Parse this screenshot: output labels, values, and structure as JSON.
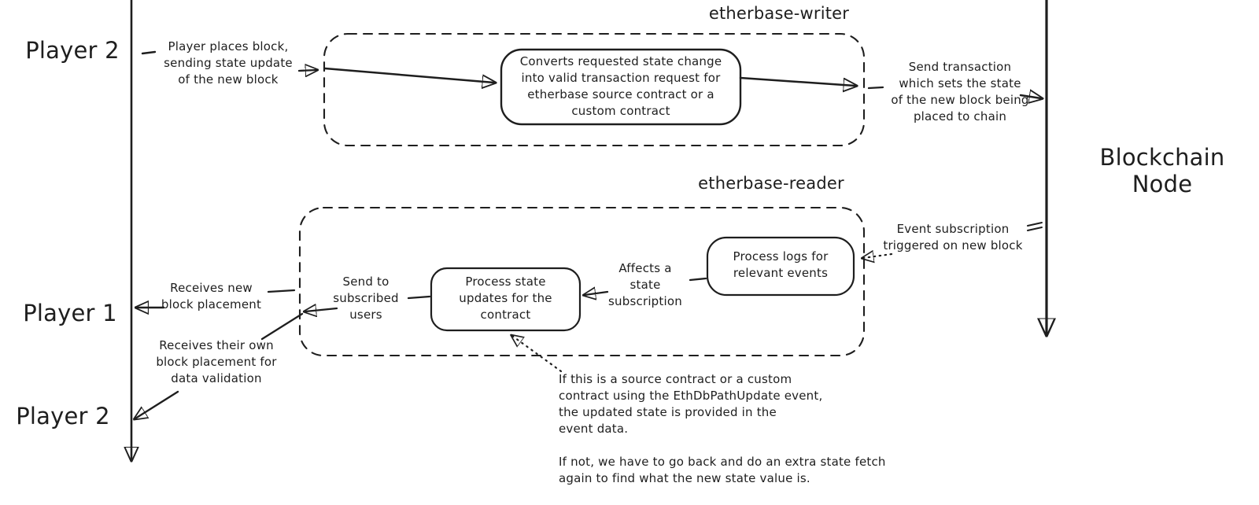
{
  "diagram": {
    "colors": {
      "ink": "#1e1e1e",
      "background": "#ffffff"
    },
    "lanes": {
      "player2_top": "Player 2",
      "player1": "Player 1",
      "player2_bottom": "Player 2",
      "blockchain_node": "Blockchain Node"
    },
    "groups": {
      "writer_title": "etherbase-writer",
      "reader_title": "etherbase-reader"
    },
    "nodes": {
      "converts": "Converts requested state change\ninto valid transaction request for\netherbase source contract or a\ncustom contract",
      "process_logs": "Process logs for\nrelevant events",
      "process_state": "Process state\nupdates for the\ncontract"
    },
    "annotations": {
      "player_places": "Player places block,\nsending state update\nof the new block",
      "send_transaction": "Send transaction\nwhich sets the state\nof the new block being\nplaced to chain",
      "event_subscription": "Event subscription\ntriggered on new block",
      "affects_state": "Affects a\nstate\nsubscription",
      "send_to_users": "Send to\nsubscribed\nusers",
      "receives_new": "Receives new\nblock placement",
      "receives_own": "Receives their own\nblock placement for\ndata validation",
      "note_source_contract": "If this is a source contract or a custom\ncontract using the EthDbPathUpdate event,\nthe updated state is provided in the\nevent data.",
      "note_state_fetch": "If not, we have to go back and do an extra state fetch\nagain to find what the new state value is."
    }
  }
}
